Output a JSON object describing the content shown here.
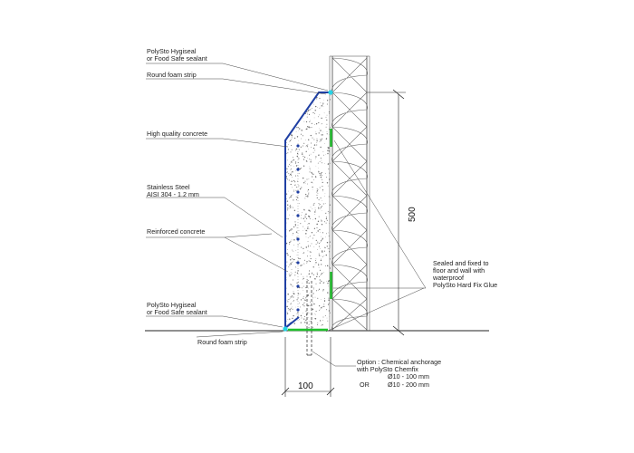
{
  "colors": {
    "steel": "#1f3fa3",
    "glue": "#1fc12c",
    "sealant": "#27d3e6",
    "anchor": "#222222",
    "concrete_speckle": "#6f6f6f",
    "leader": "#444444"
  },
  "labels": {
    "sealant_top_1": "PolySto Hygiseal",
    "sealant_top_2": "or  Food Safe sealant",
    "foam_top": "Round foam strip",
    "hq_concrete": "High quality concrete",
    "steel_1": "Stainless Steel",
    "steel_2": "AISI 304 - 1.2 mm",
    "reinforced": "Reinforced concrete",
    "sealant_bot_1": "PolySto Hygiseal",
    "sealant_bot_2": "or  Food Safe sealant",
    "foam_bot": "Round foam strip",
    "glue_1": "Sealed and fixed to",
    "glue_2": "floor and wall with",
    "glue_3": "waterproof",
    "glue_4": "PolySto Hard Fix Glue",
    "anchor_1": "Option : Chemical anchorage",
    "anchor_2": "with PolySto Chemfix",
    "anchor_3": "Ø10 - 100 mm",
    "anchor_or": "OR",
    "anchor_4": "Ø10 - 200 mm"
  },
  "dimensions": {
    "height": "500",
    "width": "100"
  }
}
